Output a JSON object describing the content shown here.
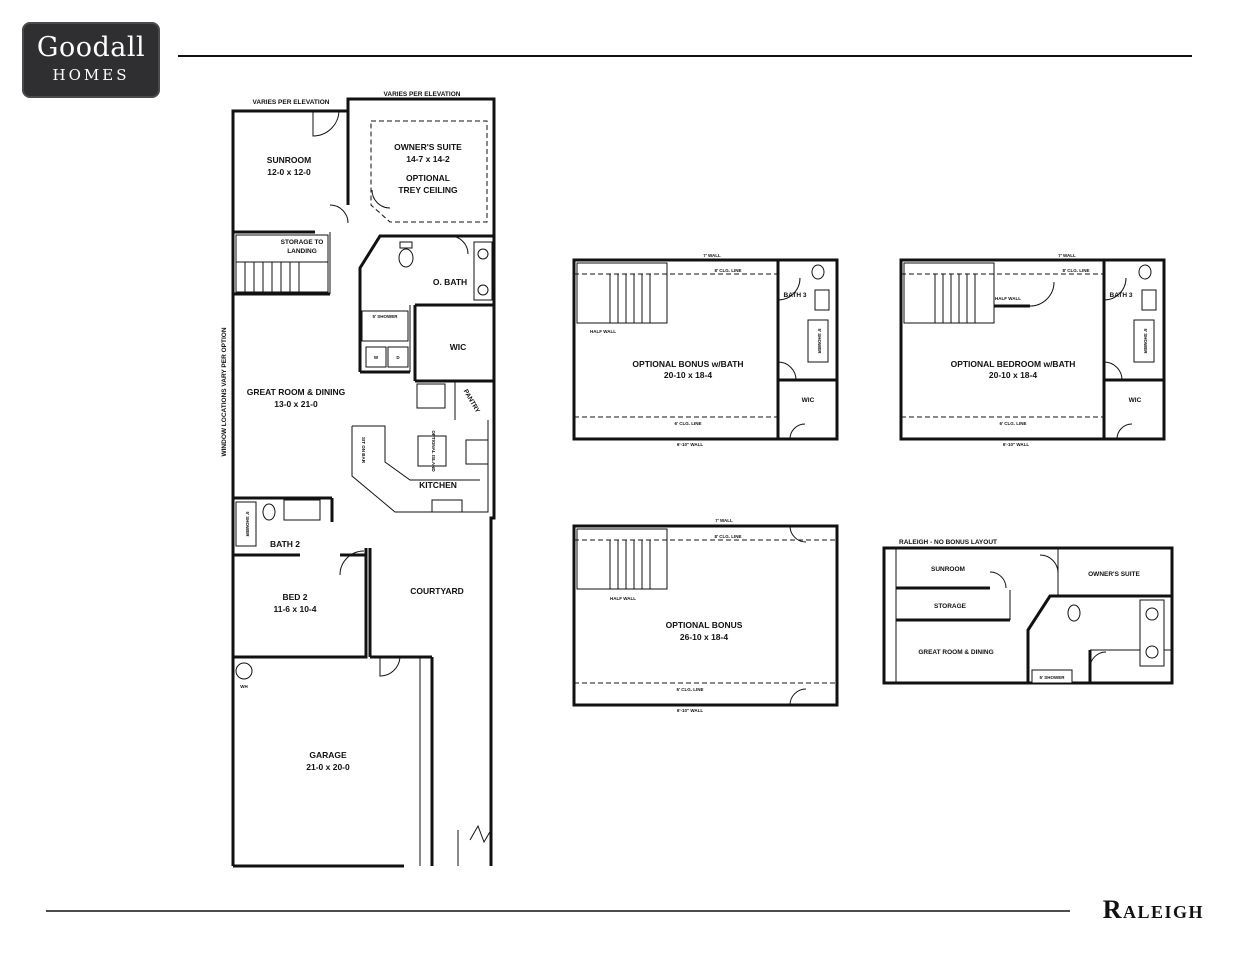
{
  "brand": {
    "name_line1": "Goodall",
    "name_line2": "HOMES",
    "logo_bg": "#2f2f31"
  },
  "plan_name": "Raleigh",
  "main_plan": {
    "varies_left": "VARIES PER ELEVATION",
    "varies_right": "VARIES PER ELEVATION",
    "window_note": "WINDOW LOCATIONS VARY PER OPTION",
    "rooms": {
      "sunroom": {
        "name": "SUNROOM",
        "dims": "12-0 x 12-0"
      },
      "owners_suite": {
        "name": "OWNER'S SUITE",
        "dims": "14-7 x 14-2",
        "note1": "OPTIONAL",
        "note2": "TREY CEILING"
      },
      "storage_line1": "STORAGE TO",
      "storage_line2": "LANDING",
      "o_bath": "O. BATH",
      "shower": "5' SHOWER",
      "wic": "WIC",
      "washer": "W",
      "dryer": "D",
      "pantry": "PANTRY",
      "great_room": {
        "name": "GREAT ROOM & DINING",
        "dims": "13-0 x 21-0"
      },
      "sit_on_bar": "SIT ON BAR",
      "optional_island": "OPTIONAL ISLAND",
      "kitchen": "KITCHEN",
      "bath2": "BATH 2",
      "bath2_shower": "5' SHOWER",
      "bed2": {
        "name": "BED 2",
        "dims": "11-6 x 10-4"
      },
      "courtyard": "COURTYARD",
      "wh": "WH",
      "garage": {
        "name": "GARAGE",
        "dims": "21-0 x 20-0"
      }
    }
  },
  "bonus_bath": {
    "top_wall": "7' WALL",
    "clg_top": "8' CLG. LINE",
    "half_wall": "HALF WALL",
    "name": "OPTIONAL BONUS w/BATH",
    "dims": "20-10 x 18-4",
    "clg_bottom": "6' CLG. LINE",
    "bottom_wall": "6'-10\" WALL",
    "bath": "BATH 3",
    "shower": "5' SHOWER",
    "wic": "WIC"
  },
  "bedroom_bath": {
    "top_wall": "7' WALL",
    "clg_top": "8' CLG. LINE",
    "half_wall": "HALF WALL",
    "name": "OPTIONAL BEDROOM w/BATH",
    "dims": "20-10 x 18-4",
    "clg_bottom": "6' CLG. LINE",
    "bottom_wall": "6'-10\" WALL",
    "bath": "BATH 3",
    "shower": "5' SHOWER",
    "wic": "WIC"
  },
  "bonus_only": {
    "top_wall": "7' WALL",
    "clg_top": "8' CLG. LINE",
    "half_wall": "HALF WALL",
    "name": "OPTIONAL BONUS",
    "dims": "26-10 x 18-4",
    "clg_bottom": "6' CLG. LINE",
    "bottom_wall": "6'-10\" WALL"
  },
  "no_bonus": {
    "title": "RALEIGH - NO BONUS LAYOUT",
    "sunroom": "SUNROOM",
    "storage": "STORAGE",
    "great_room": "GREAT ROOM & DINING",
    "owners_suite": "OWNER'S SUITE",
    "shower": "5' SHOWER"
  }
}
